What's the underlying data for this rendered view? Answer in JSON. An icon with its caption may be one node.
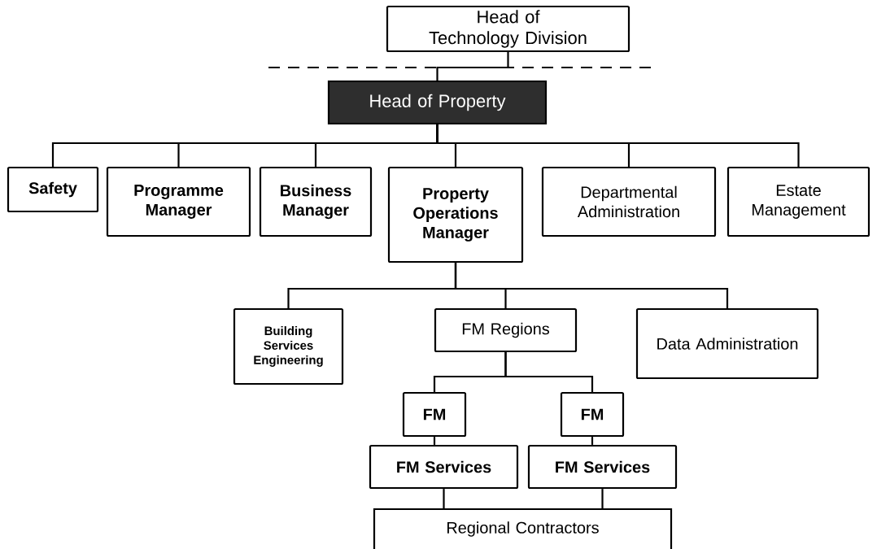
{
  "diagram": {
    "nodes": [
      {
        "text": [
          "Head of Technology Division"
        ]
      },
      {
        "text": [
          "Head of Property"
        ]
      },
      {
        "text": [
          "Safety"
        ]
      },
      {
        "text": [
          "Programme Manager"
        ]
      },
      {
        "text": [
          "Business Manager"
        ]
      },
      {
        "text": [
          "Property Operations Manager"
        ]
      },
      {
        "text": [
          "Departmental Administration"
        ]
      },
      {
        "text": [
          "Estate Management"
        ]
      },
      {
        "text": [
          "Building Services Engineering"
        ]
      },
      {
        "text": [
          "FM Regions"
        ]
      },
      {
        "text": [
          "Data Administration"
        ]
      },
      {
        "text": [
          "FM"
        ]
      },
      {
        "text": [
          "FM"
        ]
      },
      {
        "text": [
          "FM Services"
        ]
      },
      {
        "text": [
          "FM Services"
        ]
      },
      {
        "text": [
          "Regional Contractors"
        ]
      }
    ],
    "edges": [
      {
        "from": 0,
        "to": 1,
        "arrow": "none"
      },
      {
        "from": 1,
        "to": 2,
        "arrow": "none"
      },
      {
        "from": 1,
        "to": 3,
        "arrow": "none"
      },
      {
        "from": 1,
        "to": 4,
        "arrow": "none"
      },
      {
        "from": 1,
        "to": 5,
        "arrow": "none"
      },
      {
        "from": 1,
        "to": 6,
        "arrow": "none"
      },
      {
        "from": 1,
        "to": 7,
        "arrow": "none"
      },
      {
        "from": 5,
        "to": 8,
        "arrow": "none"
      },
      {
        "from": 5,
        "to": 9,
        "arrow": "none"
      },
      {
        "from": 5,
        "to": 10,
        "arrow": "none"
      },
      {
        "from": 9,
        "to": 11,
        "arrow": "none"
      },
      {
        "from": 9,
        "to": 12,
        "arrow": "none"
      },
      {
        "from": 11,
        "to": 13,
        "arrow": "none"
      },
      {
        "from": 12,
        "to": 14,
        "arrow": "none"
      },
      {
        "from": 13,
        "to": 15,
        "arrow": "none"
      },
      {
        "from": 14,
        "to": 15,
        "arrow": "none"
      }
    ]
  }
}
